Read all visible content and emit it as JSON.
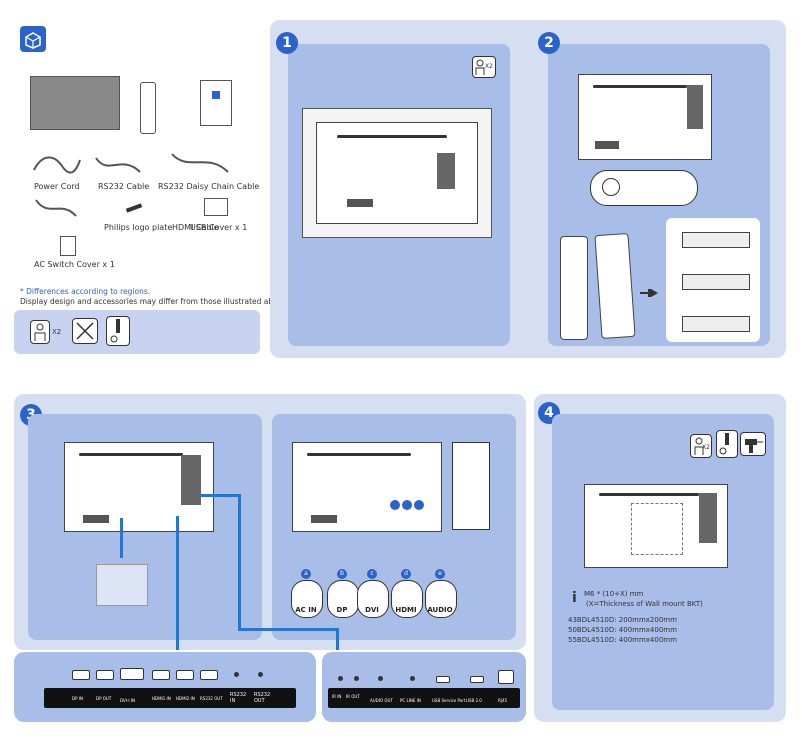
{
  "steps": [
    "1",
    "2",
    "3",
    "4"
  ],
  "accessories": {
    "items": [
      "Power Cord",
      "RS232 Cable",
      "RS232 Daisy Chain Cable",
      "Philips logo plate",
      "HDMI Cable",
      "USB Cover x 1",
      "AC Switch Cover x 1"
    ],
    "note_line1": "* Differences according to regions.",
    "note_line2": "Display design and accessories may differ from those illustrated above.",
    "qty_label": "X2"
  },
  "step1": {
    "qty_label": "X2"
  },
  "step3": {
    "connectors": [
      {
        "badge": "a",
        "label": "AC IN"
      },
      {
        "badge": "b",
        "label": "DP"
      },
      {
        "badge": "c",
        "label": "DVI"
      },
      {
        "badge": "d",
        "label": "HDMI"
      },
      {
        "badge": "e",
        "label": "AUDIO"
      }
    ],
    "ports_left": [
      "DP IN",
      "DP OUT",
      "DVI-I IN",
      "HDMI1 IN",
      "HDMI2 IN",
      "RS232 OUT"
    ],
    "rs232_in": "RS232\nIN",
    "rs232_out": "RS232\nOUT",
    "ports_right": [
      "IR IN",
      "IR OUT",
      "AUDIO OUT",
      "PC LINE IN",
      "USB Service Port",
      "USB 2.0",
      "RJ45"
    ]
  },
  "step4": {
    "qty_label": "X2",
    "screw_line1": "M6 * (10+X) mm",
    "screw_line2": "(X=Thickness of  Wall mount BKT)",
    "models": [
      "43BDL4510D: 200mmx200mm",
      "50BDL4510D: 400mmx400mm",
      "55BDL4510D: 400mmx400mm"
    ]
  },
  "colors": {
    "accent": "#2a63c9",
    "panel": "#a9bde9",
    "panel_outer": "#d6def2"
  }
}
